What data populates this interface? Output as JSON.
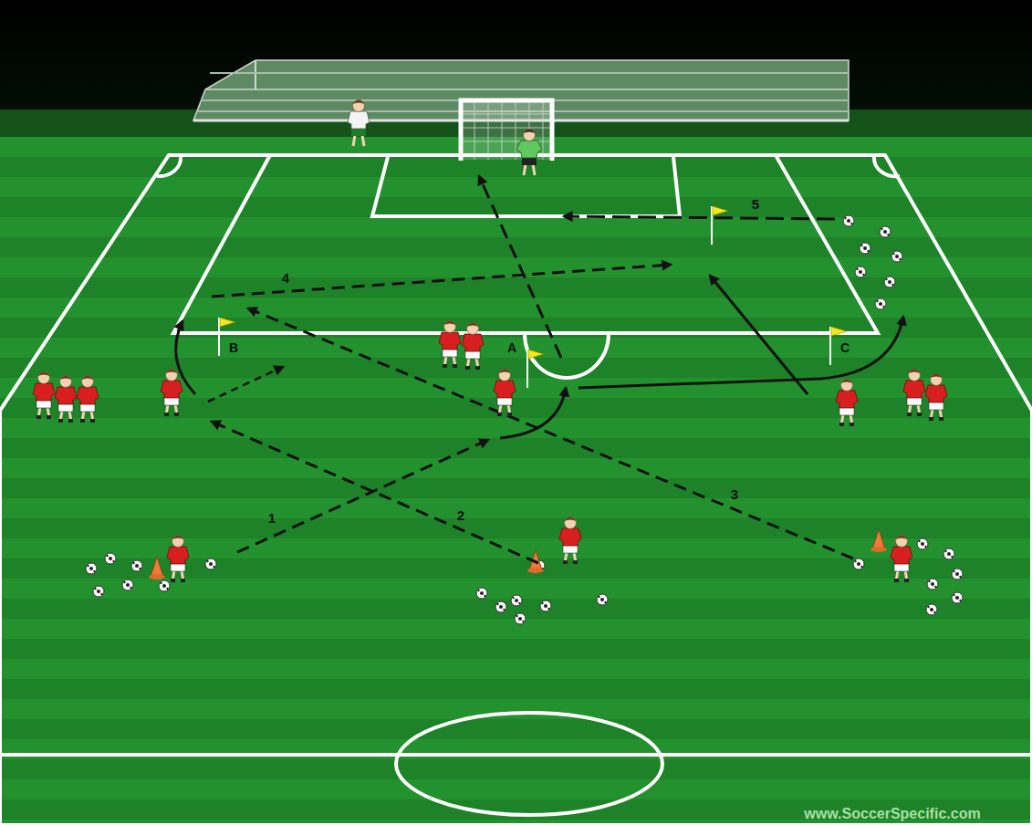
{
  "diagram": {
    "labels": [
      "5",
      "4",
      "B",
      "A",
      "C",
      "1",
      "2",
      "3",
      "www.SoccerSpecific.com"
    ]
  }
}
